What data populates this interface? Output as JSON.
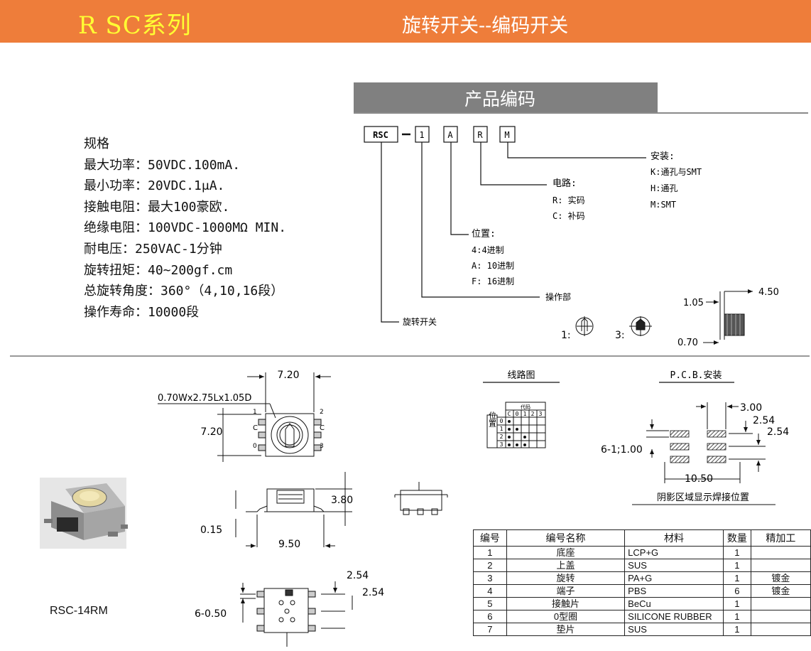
{
  "header": {
    "series": "R SC系列",
    "title": "旋转开关--编码开关"
  },
  "code_section": {
    "title": "产品编码",
    "boxes": [
      "RSC",
      "1",
      "A",
      "R",
      "M"
    ],
    "install": {
      "label": "安装:",
      "options": [
        "K:通孔与SMT",
        "H:通孔",
        "M:SMT"
      ]
    },
    "circuit": {
      "label": "电路:",
      "options": [
        "R: 实码",
        "C: 补码"
      ]
    },
    "position": {
      "label": "位置:",
      "options": [
        "4:4进制",
        "A: 10进制",
        "F: 16进制"
      ]
    },
    "operation_label": "操作部",
    "rotary_label": "旋转开关",
    "actuator_1": "1:",
    "actuator_3": "3:",
    "dims": {
      "d1": "1.05",
      "d2": "4.50",
      "d3": "0.70"
    }
  },
  "specs": {
    "title": "规格",
    "items": [
      "最大功率：50VDC.100mA.",
      "最小功率：20VDC.1μA.",
      "接触电阻：最大100豪欧.",
      "绝缘电阻：100VDC-1000MΩ MIN.",
      "耐电压：250VAC-1分钟",
      "旋转扭矩：40~200gf.cm",
      "总旋转角度：360°（4,10,16段）",
      "操作寿命：10000段"
    ]
  },
  "drawing": {
    "top_width": "7.20",
    "top_height": "7.20",
    "pad_note": "0.70Wx2.75Lx1.05D",
    "pin_1": "1",
    "pin_2": "2",
    "pin_0": "0",
    "pin_3": "3",
    "pin_c": "C",
    "side_height": "3.80",
    "side_offset": "0.15",
    "side_width": "9.50",
    "bottom_pitch_1": "2.54",
    "bottom_pitch_2": "2.54",
    "bottom_pad": "6-0.50",
    "model": "RSC-14RM"
  },
  "circuit_diagram": {
    "title": "线路图",
    "header_code": "代码",
    "columns": [
      "C",
      "0",
      "1",
      "2",
      "3"
    ],
    "row_label": "位置",
    "rows": [
      "0",
      "1",
      "2",
      "3"
    ]
  },
  "pcb": {
    "title": "P.C.B.安装",
    "d_300": "3.00",
    "d_254a": "2.54",
    "d_254b": "2.54",
    "d_holes": "6-1;1.00",
    "d_1050": "10.50",
    "caption": "阴影区域显示焊接位置"
  },
  "parts_table": {
    "headers": [
      "编号",
      "编号名称",
      "材料",
      "数量",
      "精加工"
    ],
    "rows": [
      {
        "no": "1",
        "name": "底座",
        "material": "LCP+G",
        "qty": "1",
        "finish": ""
      },
      {
        "no": "2",
        "name": "上盖",
        "material": "SUS",
        "qty": "1",
        "finish": ""
      },
      {
        "no": "3",
        "name": "旋转",
        "material": "PA+G",
        "qty": "1",
        "finish": "镀金"
      },
      {
        "no": "4",
        "name": "端子",
        "material": "PBS",
        "qty": "6",
        "finish": "镀金"
      },
      {
        "no": "5",
        "name": "接触片",
        "material": "BeCu",
        "qty": "1",
        "finish": ""
      },
      {
        "no": "6",
        "name": "0型圈",
        "material": "SILICONE RUBBER",
        "qty": "1",
        "finish": ""
      },
      {
        "no": "7",
        "name": "垫片",
        "material": "SUS",
        "qty": "1",
        "finish": ""
      }
    ]
  },
  "colors": {
    "header": "#ee7d3a",
    "series_text": "#ffff33",
    "banner": "#808080"
  }
}
